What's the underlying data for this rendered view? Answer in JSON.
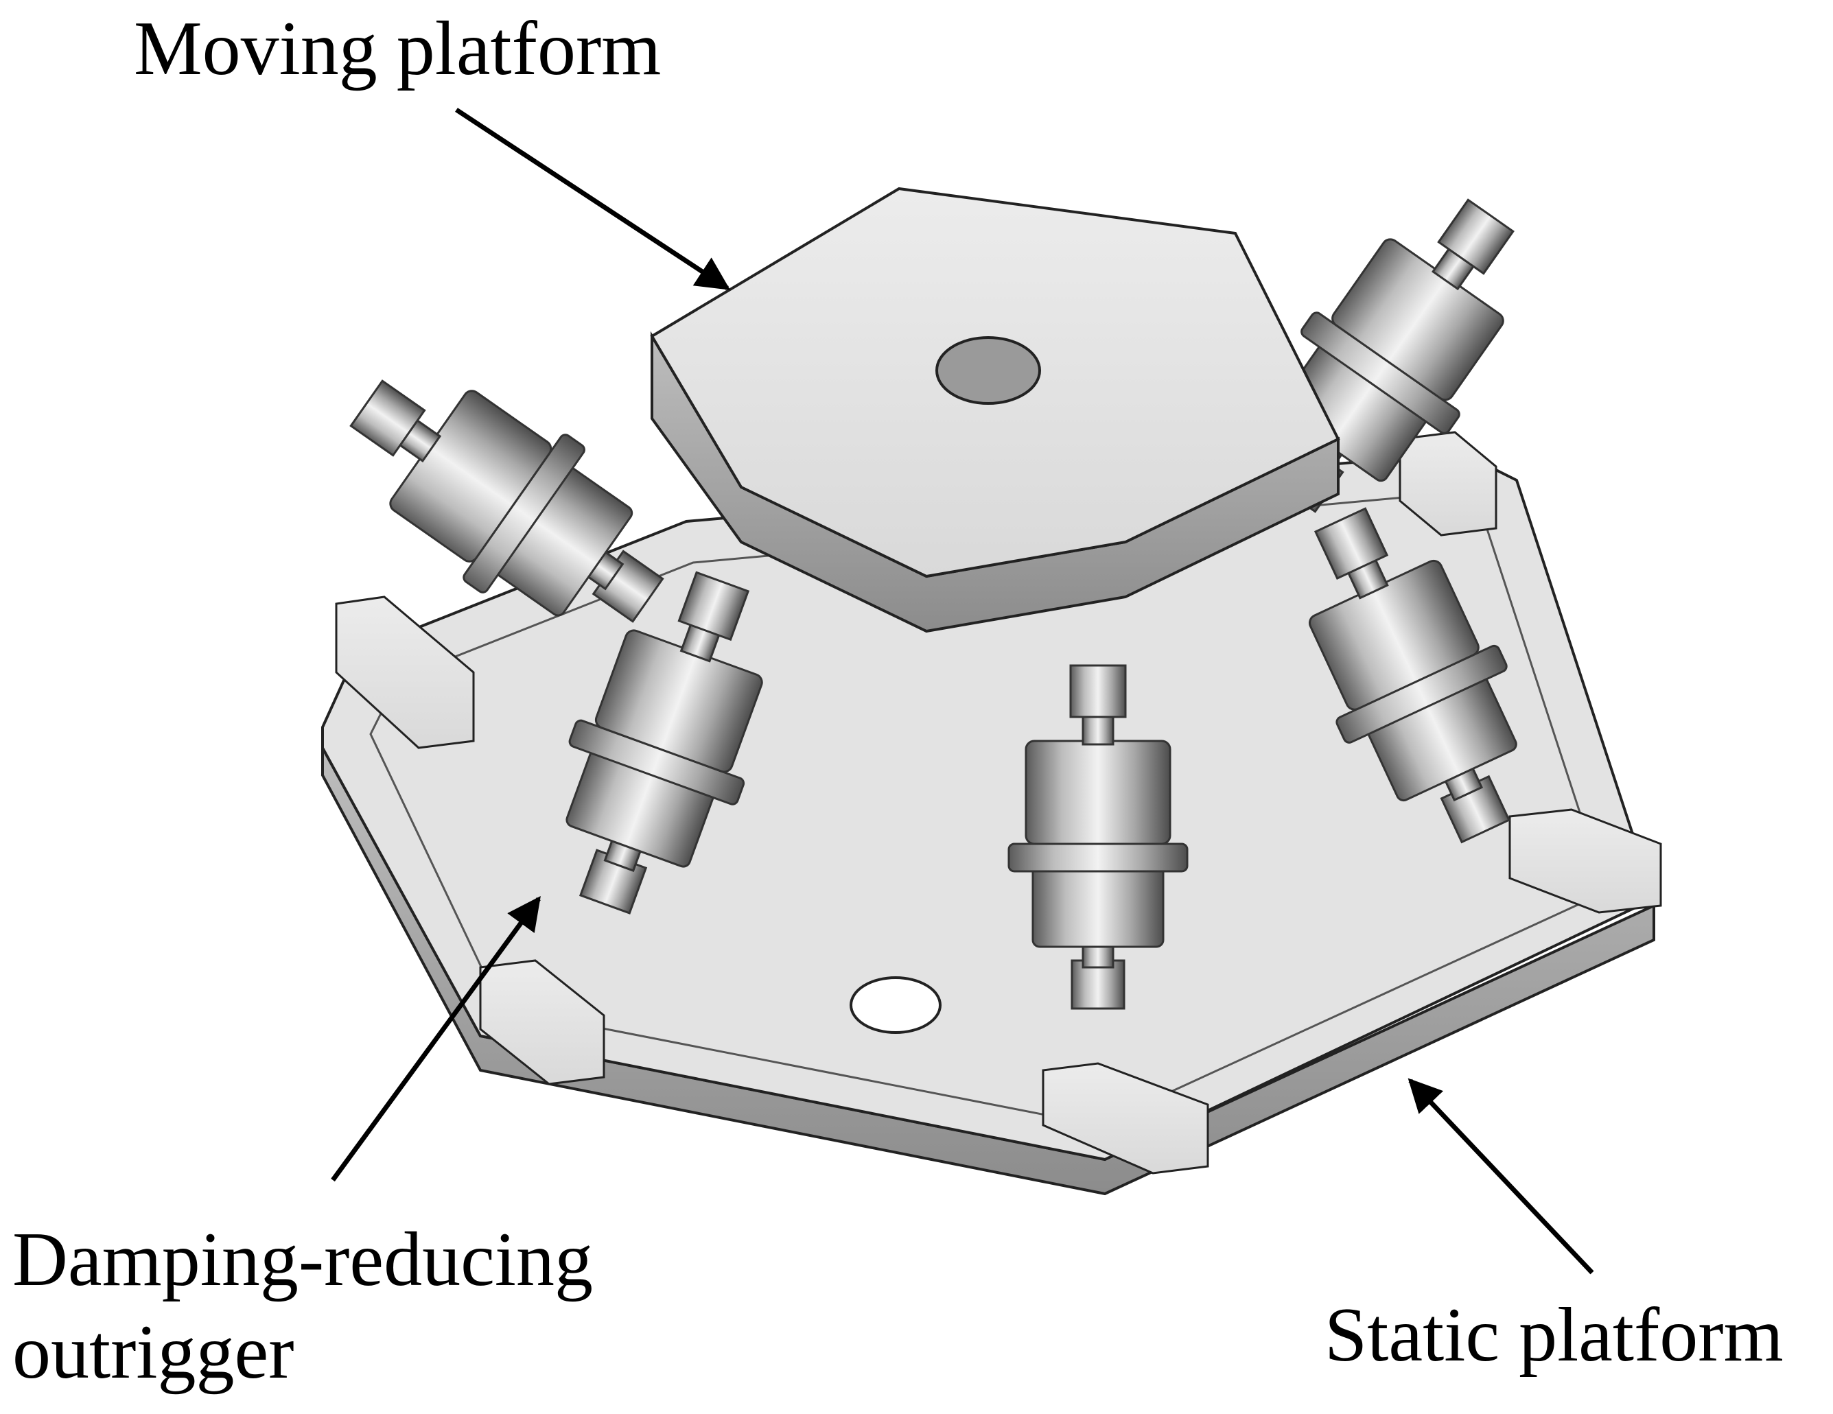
{
  "labels": {
    "moving_platform": "Moving platform",
    "damping_line1": "Damping-reducing",
    "damping_line2": "outrigger",
    "static_platform": "Static platform"
  },
  "colors": {
    "background": "#ffffff",
    "ink": "#000000",
    "metal_light": "#e6e6e6",
    "metal_mid": "#bdbdbd",
    "metal_dark": "#6e6e6e"
  }
}
